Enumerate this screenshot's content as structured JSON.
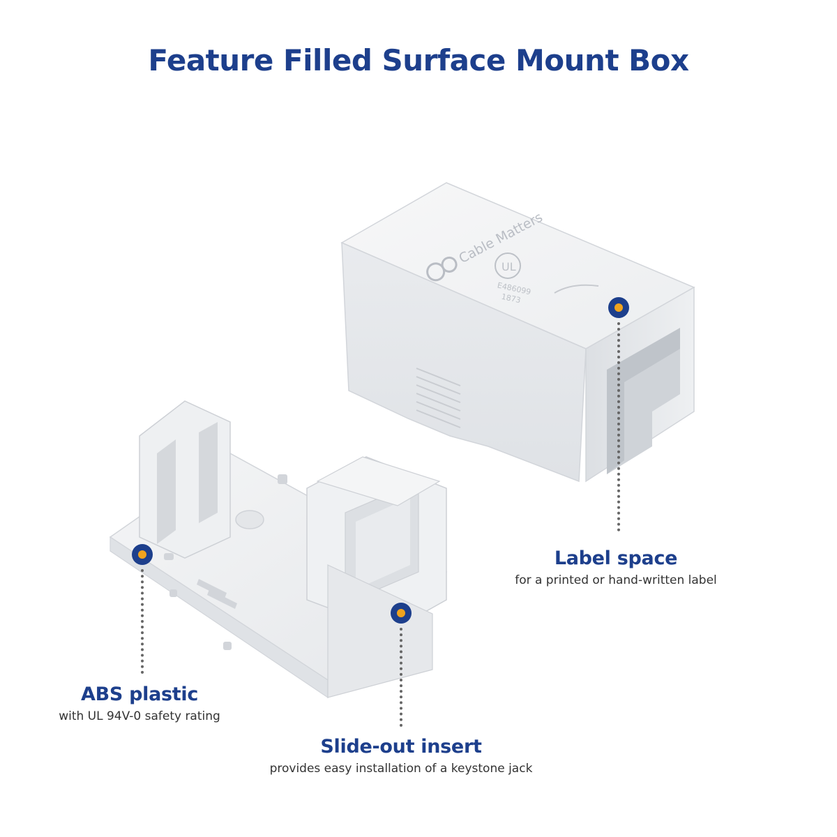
{
  "title": "Feature Filled Surface Mount Box",
  "brand_logo_text": "Cable Matters",
  "ul_mark_text": "UL",
  "ul_codes": [
    "E486099",
    "1873"
  ],
  "callouts": {
    "label_space": {
      "title": "Label space",
      "subtitle": "for a printed or hand-written label"
    },
    "abs_plastic": {
      "title": "ABS plastic",
      "subtitle": "with UL 94V-0 safety rating"
    },
    "slide_out": {
      "title": "Slide-out insert",
      "subtitle": "provides easy installation of a keystone jack"
    }
  },
  "colors": {
    "heading": "#1d3f8c",
    "marker_outer": "#1d3f8c",
    "marker_inner": "#f0a31e",
    "subtext": "#333333"
  }
}
